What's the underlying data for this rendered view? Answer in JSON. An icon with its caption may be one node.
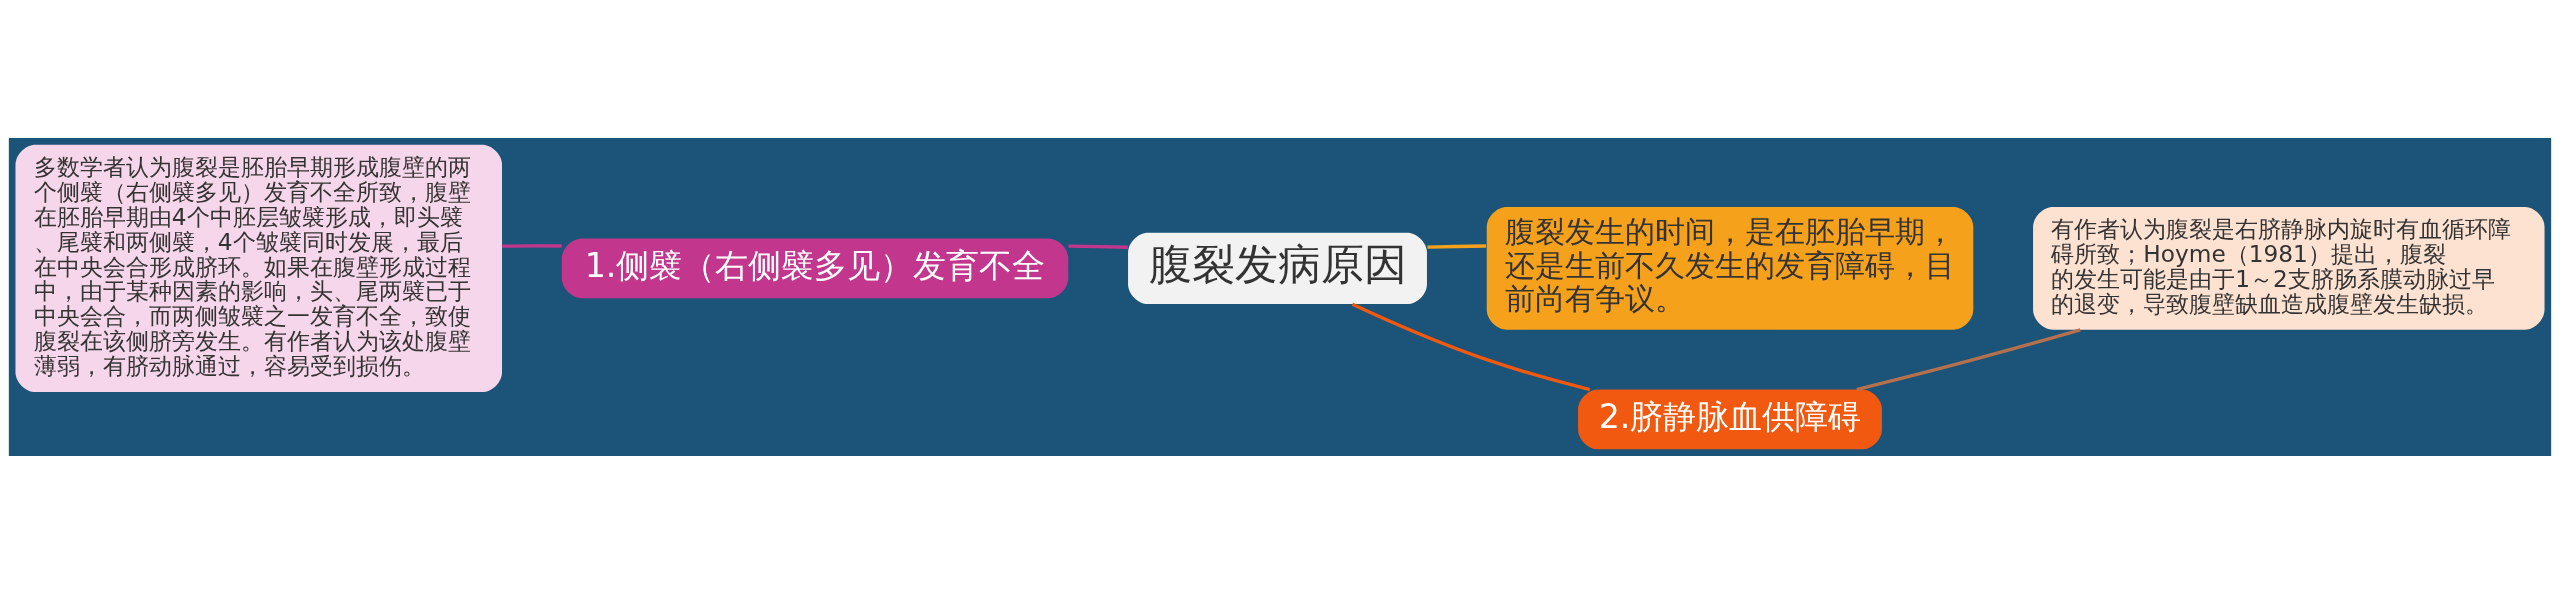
{
  "diagram": {
    "nodes": [
      {
        "text": [
          "腹裂发病原因"
        ]
      },
      {
        "text": [
          "1.侧襞（右侧襞多见）发育不全"
        ]
      },
      {
        "text": [
          "多数学者认为腹裂是胚胎早期形成腹壁的两个侧襞（右侧襞多见）发育不全所致，腹壁在胚胎早期由4个中胚层皱襞形成，即头襞、尾襞和两侧襞，4个皱襞同时发展，最后在中央会合形成脐环。如果在腹壁形成过程中，由于某种因素的影响，头、尾两襞已于中央会合，而两侧皱襞之一发育不全，致使腹裂在该侧脐旁发生。有作者认为该处腹壁薄弱，有脐动脉通过，容易受到损伤。"
        ]
      },
      {
        "text": [
          "腹裂发生的时间，是在胚胎早期，还是生前不久发生的发育障碍，目前尚有争议。"
        ]
      },
      {
        "text": [
          "2.脐静脉血供障碍"
        ]
      },
      {
        "text": [
          "有作者认为腹裂是右脐静脉内旋时有血循环障碍所致；Hoyme（1981）提出，腹裂的发生可能是由于1～2支脐肠系膜动脉过早的退变，导致腹壁缺血造成腹壁发生缺损。"
        ]
      }
    ],
    "edges": [
      {
        "from": 0,
        "to": 1,
        "arrow": "none",
        "color": "#c2368e"
      },
      {
        "from": 1,
        "to": 2,
        "arrow": "none",
        "color": "#c2368e"
      },
      {
        "from": 0,
        "to": 3,
        "arrow": "none",
        "color": "#f5a11c"
      },
      {
        "from": 0,
        "to": 4,
        "arrow": "none",
        "color": "#f0590f"
      },
      {
        "from": 4,
        "to": 5,
        "arrow": "none",
        "color": "#b5704e"
      }
    ]
  }
}
